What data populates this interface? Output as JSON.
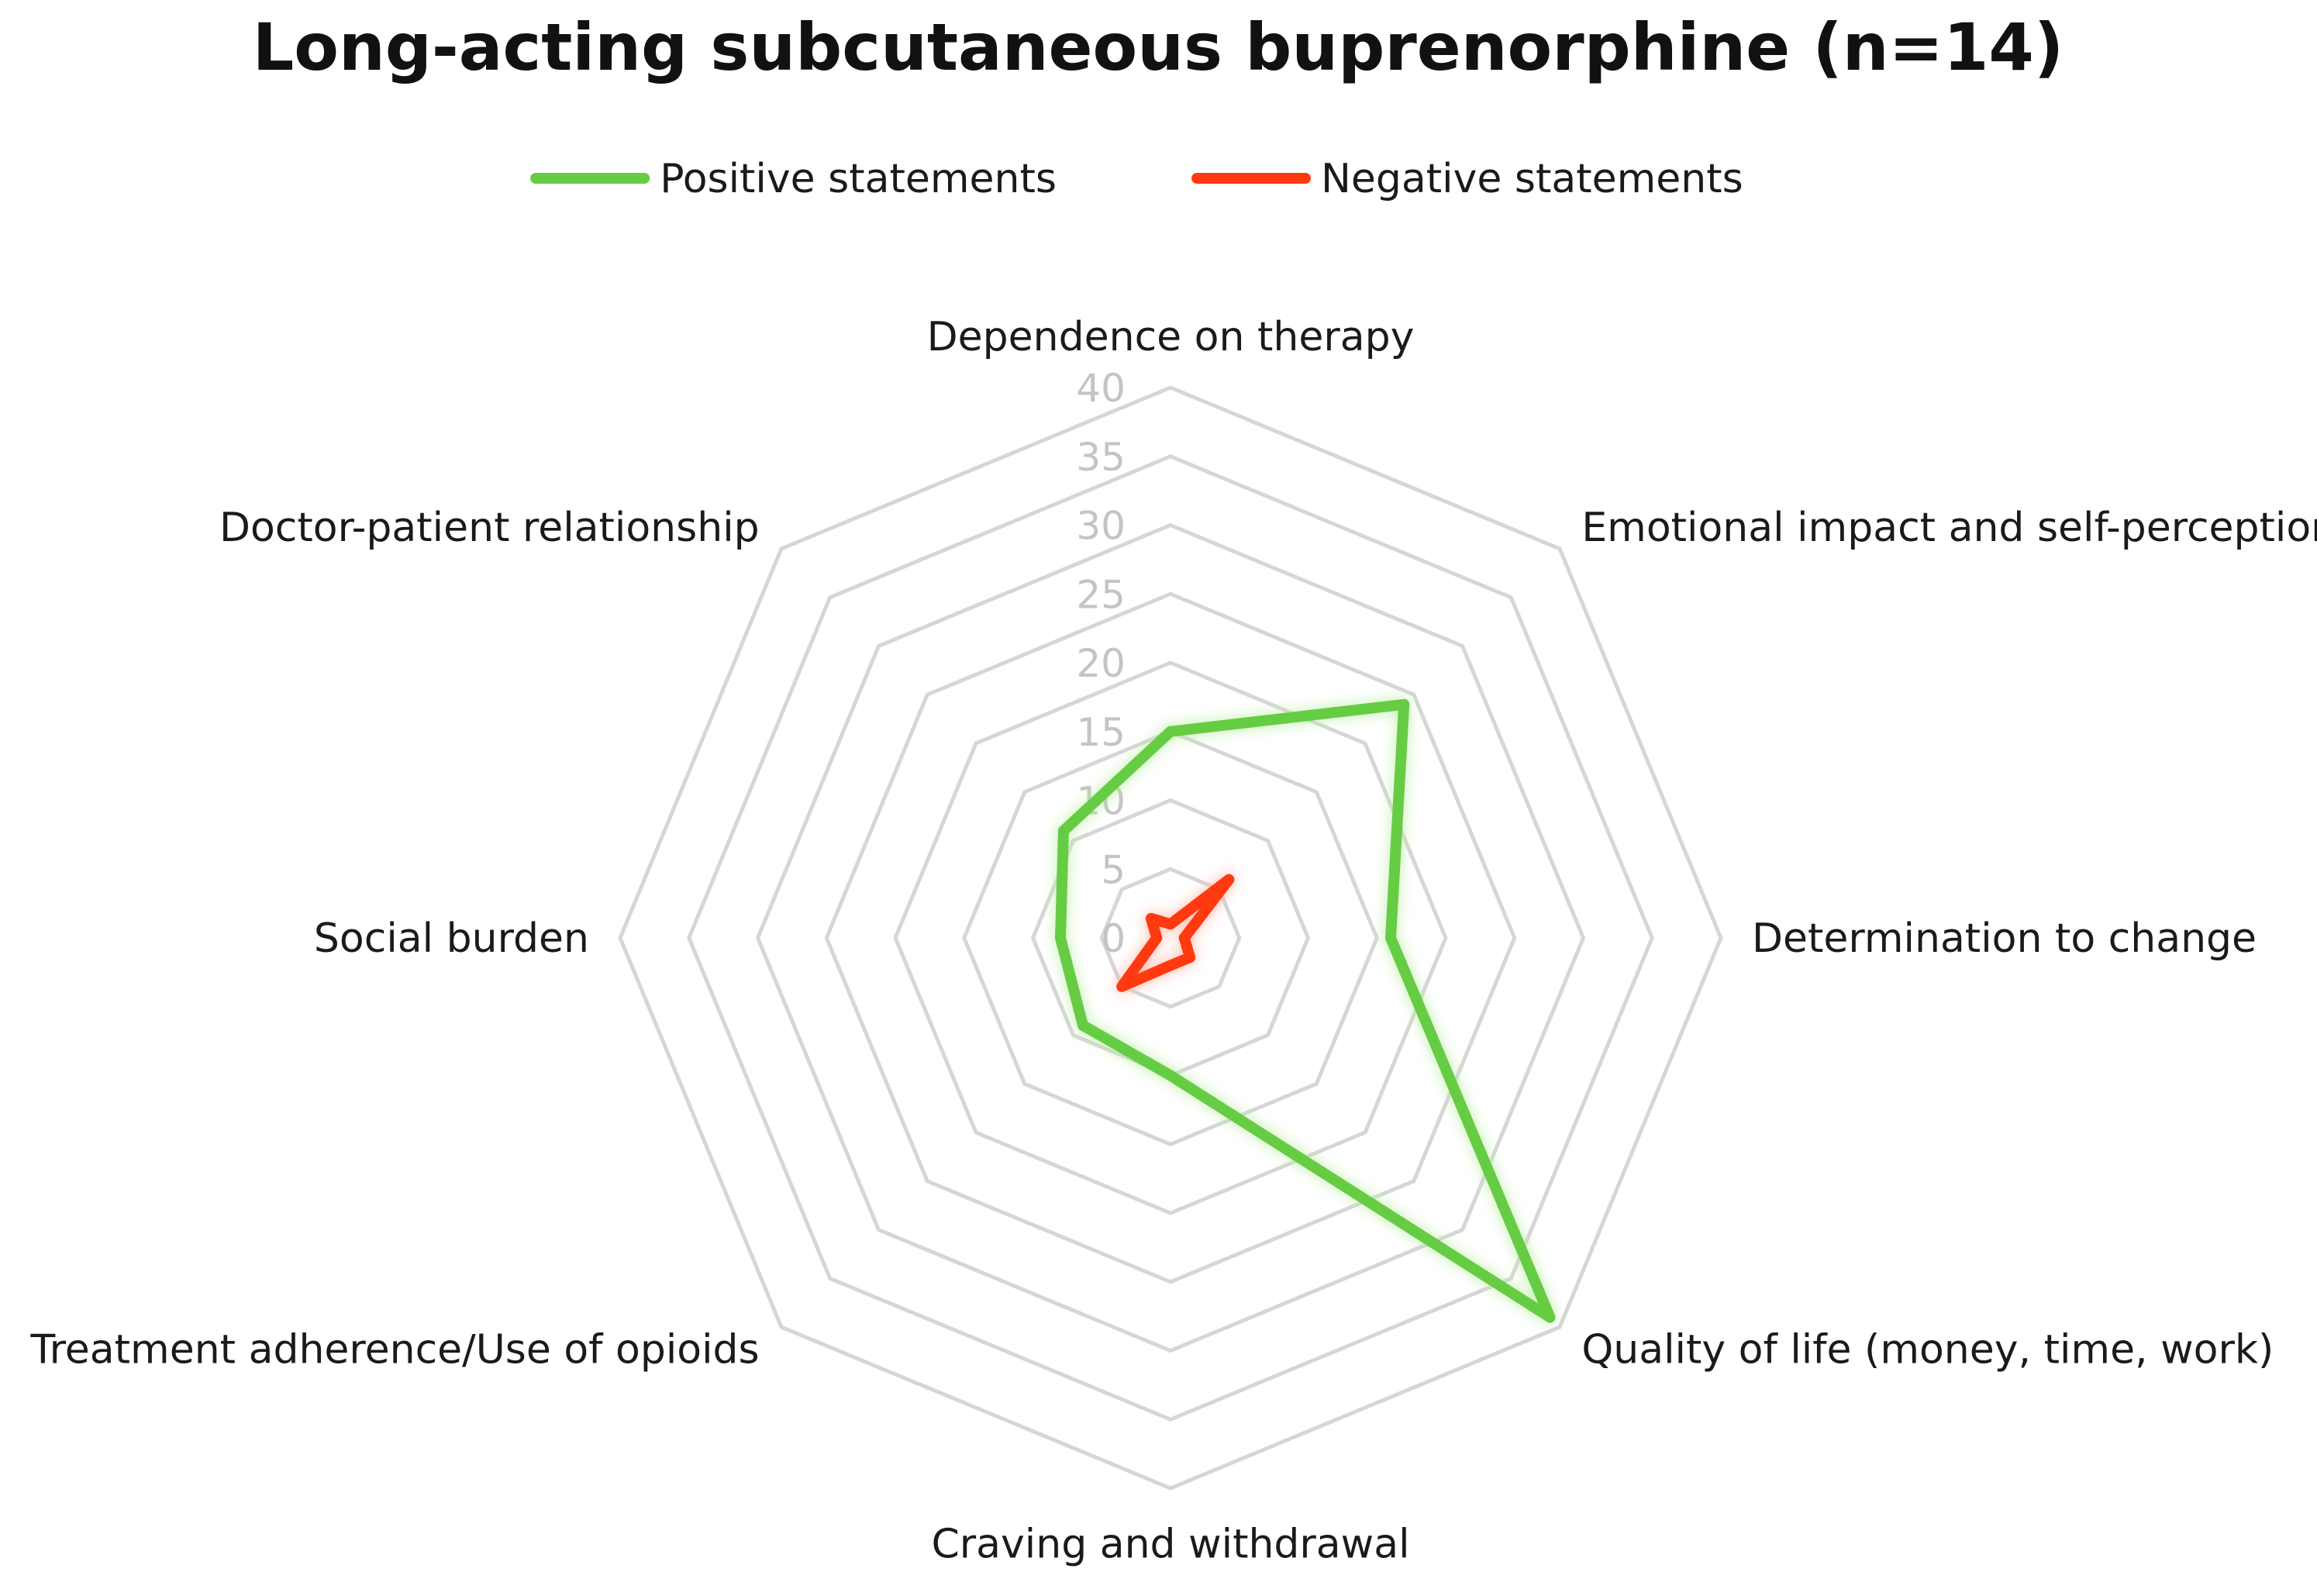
{
  "chart_data": {
    "type": "radar",
    "title": "Long-acting subcutaneous buprenorphine (n=14)",
    "categories": [
      "Dependence on therapy",
      "Emotional impact and self-perception",
      "Determination to change",
      "Quality of life (money, time, work)",
      "Craving and withdrawal",
      "Treatment adherence/Use of opioids",
      "Social burden",
      "Doctor-patient relationship"
    ],
    "rlim": [
      0,
      40
    ],
    "ticks": [
      "0",
      "5",
      "10",
      "15",
      "20",
      "25",
      "30",
      "35",
      "40"
    ],
    "grid": true,
    "legend_position": "top",
    "series": [
      {
        "name": "Positive statements",
        "color": "#66cc44",
        "glow": "#b8ee9e",
        "values": [
          15,
          24,
          16,
          39,
          10,
          9,
          8,
          11
        ]
      },
      {
        "name": "Negative statements",
        "color": "#ff3a10",
        "glow": "#ffb0a0",
        "values": [
          1,
          6,
          1,
          2,
          2,
          5,
          1,
          2
        ]
      }
    ]
  }
}
